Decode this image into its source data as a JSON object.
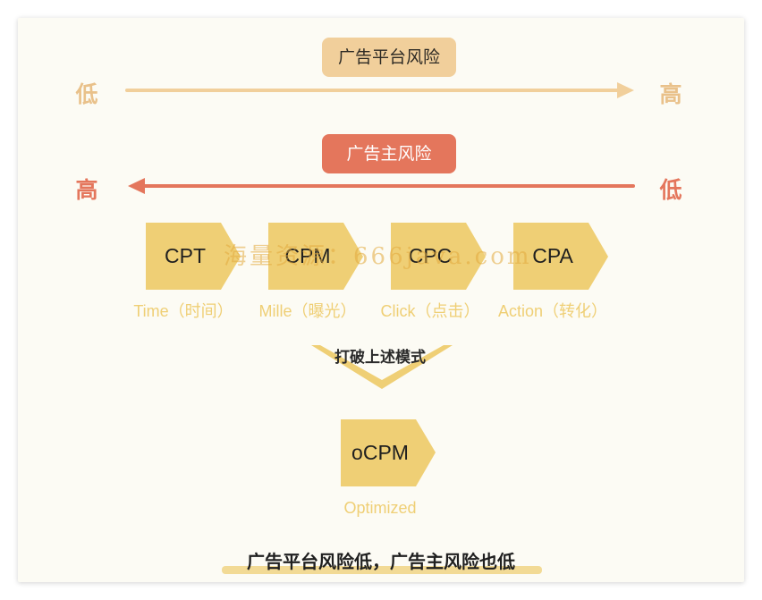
{
  "platform_risk": {
    "title": "广告平台风险",
    "low": "低",
    "high": "高"
  },
  "advertiser_risk": {
    "title": "广告主风险",
    "high": "高",
    "low": "低"
  },
  "models": [
    {
      "code": "CPT",
      "caption": "Time（时间）"
    },
    {
      "code": "CPM",
      "caption": "Mille（曝光）"
    },
    {
      "code": "CPC",
      "caption": "Click（点击）"
    },
    {
      "code": "CPA",
      "caption": "Action（转化）"
    }
  ],
  "break_label": "打破上述模式",
  "optimized": {
    "code": "oCPM",
    "caption": "Optimized"
  },
  "conclusion": "广告平台风险低，广告主风险也低",
  "watermark": "海量资源：666java.com",
  "colors": {
    "platform": "#f1cf9b",
    "advertiser": "#e4765c",
    "chevron": "#efcf75",
    "background": "#fcfbf4"
  }
}
